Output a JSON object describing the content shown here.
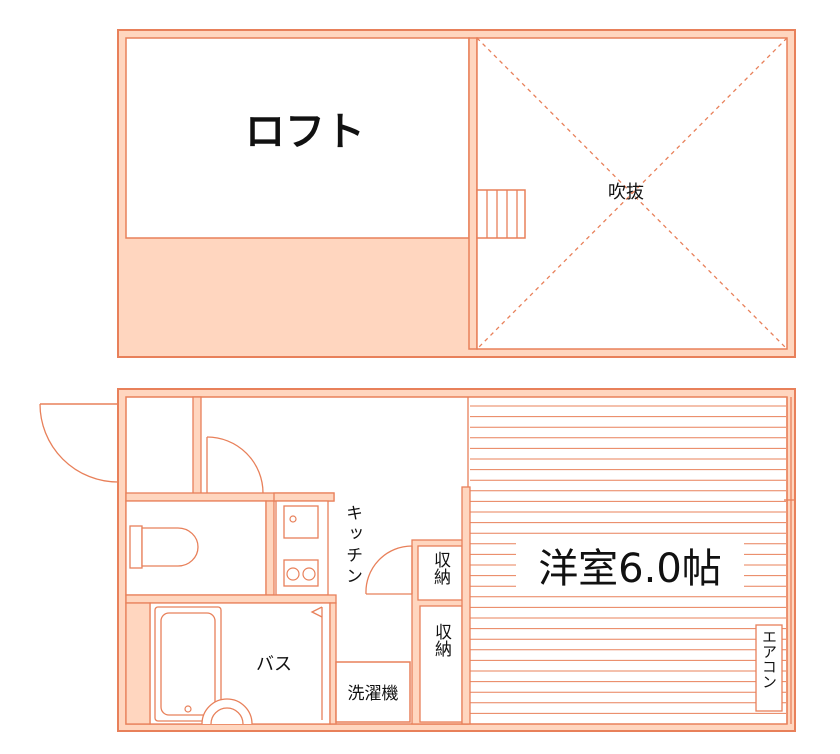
{
  "colors": {
    "wall": "#e8805a",
    "wall_fill": "#ffffff",
    "loft_floor": "#ffd6bf",
    "text": "#111111"
  },
  "loft": {
    "label": "ロフト",
    "void_label": "吹抜"
  },
  "floor1": {
    "kitchen_label": "キッチン",
    "room_label": "洋室6.0帖",
    "storage_upper_label": "収納",
    "storage_lower_label": "収納",
    "bath_label": "バス",
    "washer_label": "洗濯機",
    "aircon_label": "エアコン"
  }
}
